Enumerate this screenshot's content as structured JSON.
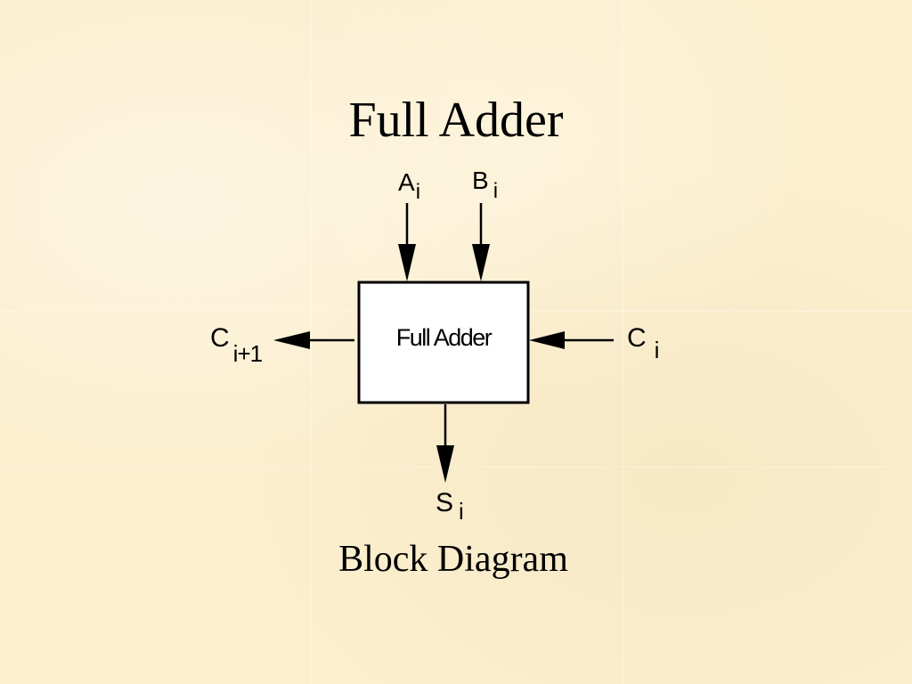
{
  "title": "Full Adder",
  "caption": "Block Diagram",
  "block": {
    "label": "Full Adder"
  },
  "signals": {
    "input_a": {
      "base": "A",
      "sub": "i"
    },
    "input_b": {
      "base": "B",
      "sub": "i"
    },
    "carry_in": {
      "base": "C",
      "sub": "i"
    },
    "carry_out": {
      "base": "C",
      "sub": "i+1"
    },
    "sum": {
      "base": "S",
      "sub": "i"
    }
  },
  "colors": {
    "background": "#fbefcf",
    "block_fill": "#ffffff",
    "stroke": "#000000"
  }
}
